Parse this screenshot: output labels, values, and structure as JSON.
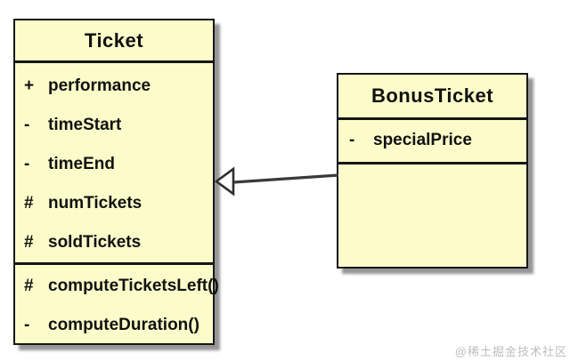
{
  "uml": {
    "classes": [
      {
        "name": "Ticket",
        "attributes": [
          {
            "vis": "+",
            "name": "performance"
          },
          {
            "vis": "-",
            "name": "timeStart"
          },
          {
            "vis": "-",
            "name": "timeEnd"
          },
          {
            "vis": "#",
            "name": "numTickets"
          },
          {
            "vis": "#",
            "name": "soldTickets"
          }
        ],
        "methods": [
          {
            "vis": "#",
            "name": "computeTicketsLeft()"
          },
          {
            "vis": "-",
            "name": "computeDuration()"
          }
        ]
      },
      {
        "name": "BonusTicket",
        "attributes": [
          {
            "vis": "-",
            "name": "specialPrice"
          }
        ],
        "methods": []
      }
    ],
    "relationship": {
      "type": "generalization",
      "from": "BonusTicket",
      "to": "Ticket",
      "arrowhead": "hollow-triangle"
    },
    "colors": {
      "class_fill": "#fbfcc9",
      "border": "#161616",
      "background": "#ffffff",
      "connector": "#3a3a3a",
      "watermark": "#bdbdbd"
    },
    "watermark": "@稀土掘金技术社区"
  }
}
